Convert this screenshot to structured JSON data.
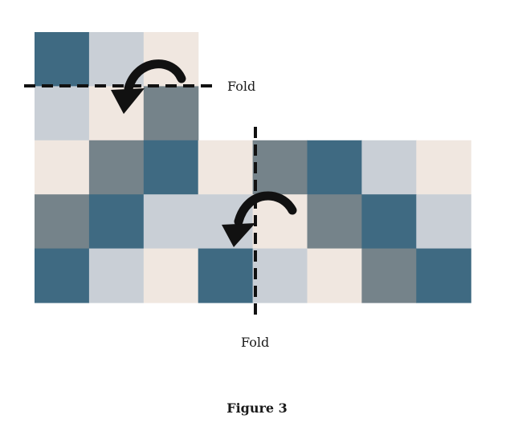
{
  "labels": {
    "fold_top": "Fold",
    "fold_bottom": "Fold",
    "caption": "Figure 3"
  },
  "palette": {
    "dark_blue": "#3f6a82",
    "light_gray": "#c9cfd6",
    "cream": "#f0e7e0",
    "slate": "#75838a"
  },
  "grid": {
    "rows": [
      [
        "dark_blue",
        "light_gray",
        "cream",
        null,
        null,
        null,
        null,
        null
      ],
      [
        "light_gray",
        "cream",
        "slate",
        null,
        null,
        null,
        null,
        null
      ],
      [
        "cream",
        "slate",
        "dark_blue",
        "cream",
        "slate",
        "dark_blue",
        "light_gray",
        "cream"
      ],
      [
        "slate",
        "dark_blue",
        "light_gray",
        "light_gray",
        "cream",
        "slate",
        "dark_blue",
        "light_gray"
      ],
      [
        "dark_blue",
        "light_gray",
        "cream",
        "dark_blue",
        "light_gray",
        "cream",
        "slate",
        "dark_blue"
      ]
    ]
  },
  "icons": {
    "fold_arrow": "curved-arrow-icon"
  }
}
